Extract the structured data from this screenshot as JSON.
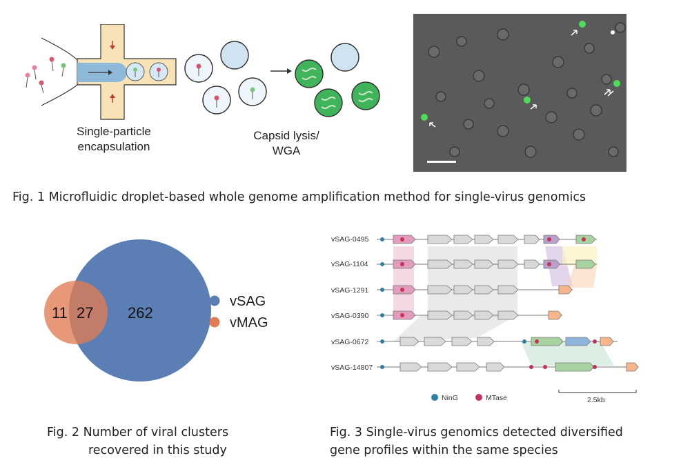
{
  "fig1": {
    "step1_line1": "Single-particle",
    "step1_line2": "encapsulation",
    "step2_line1": "Capsid lysis/",
    "step2_line2": "WGA",
    "caption": "Fig. 1 Microfluidic droplet-based whole genome amplification method for single-virus genomics"
  },
  "fig2": {
    "only_vmag": "11",
    "overlap": "27",
    "only_vsag": "262",
    "legend": [
      {
        "label": "vSAG",
        "color": "#5b7fb5"
      },
      {
        "label": "vMAG",
        "color": "#e07b52"
      }
    ],
    "caption_line1": "Fig. 2 Number of viral clusters",
    "caption_line2": "recovered in this study"
  },
  "fig3": {
    "rows": [
      "vSAG-0495",
      "vSAG-1104",
      "vSAG-1291",
      "vSAG-0390",
      "vSAG-0672",
      "vSAG-14807"
    ],
    "legend": [
      {
        "label": "NinG",
        "color": "#2f7fa3"
      },
      {
        "label": "MTase",
        "color": "#c4325a"
      }
    ],
    "scale_label": "2.5kb",
    "caption_line1": "Fig. 3 Single-virus genomics detected diversified",
    "caption_line2": "gene profiles within the same species"
  }
}
